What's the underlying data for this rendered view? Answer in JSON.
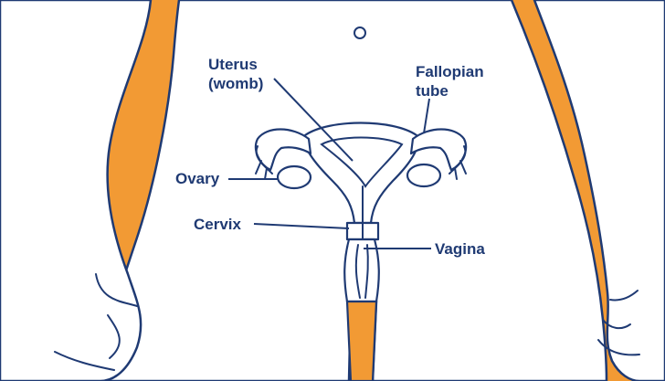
{
  "colors": {
    "skin": "#f29a34",
    "outline": "#1f3a73",
    "label_text": "#1f3a73",
    "body_fill": "#ffffff"
  },
  "labels": {
    "uterus_line1": "Uterus",
    "uterus_line2": "(womb)",
    "fallopian_line1": "Fallopian",
    "fallopian_line2": "tube",
    "ovary": "Ovary",
    "cervix": "Cervix",
    "vagina": "Vagina"
  }
}
